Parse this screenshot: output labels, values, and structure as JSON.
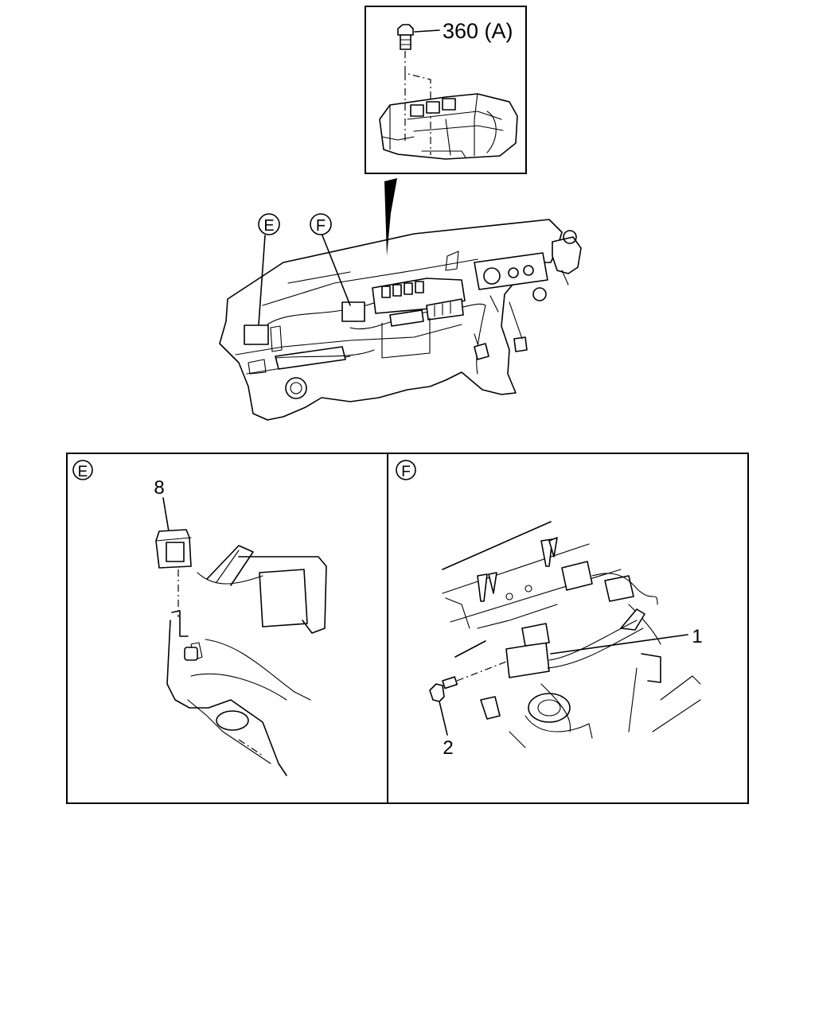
{
  "top_inset": {
    "callout": "360 (A)"
  },
  "overview": {
    "marker_e": "E",
    "marker_f": "F"
  },
  "panel_e": {
    "letter": "E",
    "part_number": "8"
  },
  "panel_f": {
    "letter": "F",
    "part_number_1": "1",
    "part_number_2": "2"
  }
}
